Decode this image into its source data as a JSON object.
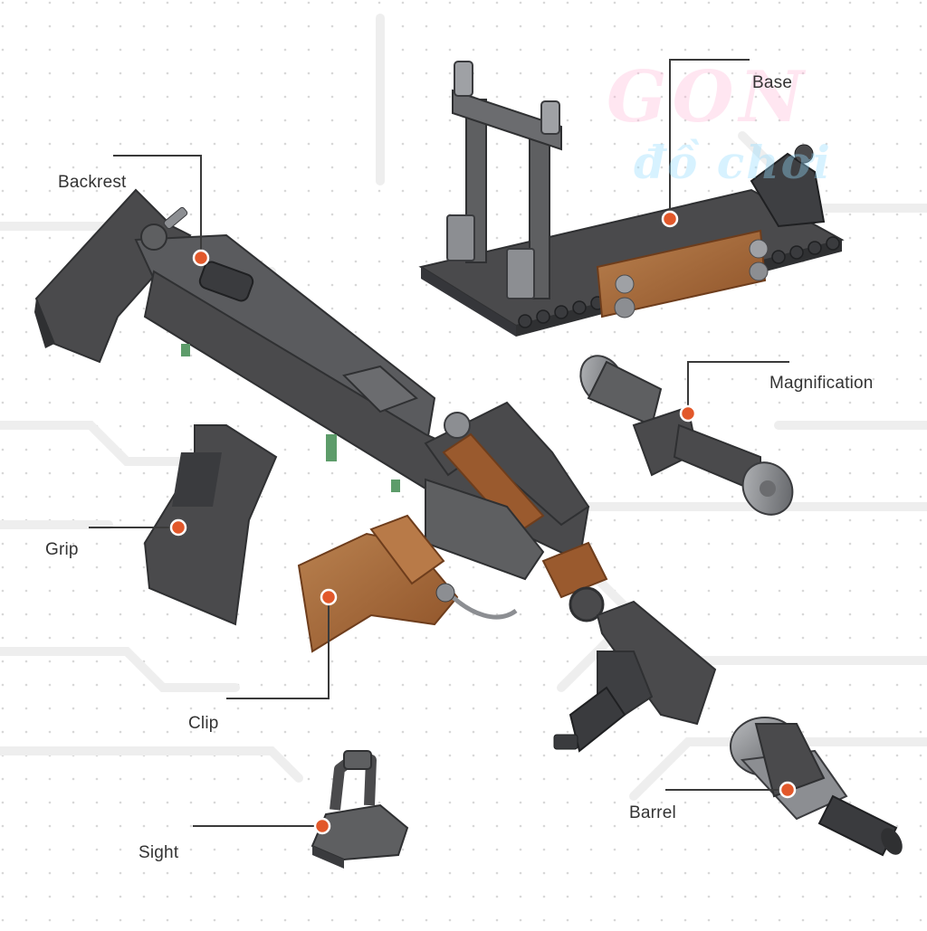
{
  "watermark": {
    "line1": "GON",
    "line2": "đồ chơi"
  },
  "colors": {
    "brick_dark": "#4a4a4c",
    "brick_mid": "#5e5f61",
    "brick_light": "#7a7b7e",
    "brick_edge": "#2f3032",
    "brick_brown": "#9a5a2e",
    "brick_brown_light": "#b87a48",
    "brick_green": "#5d9c6a",
    "callout_dot": "#e2582a",
    "callout_line": "#3a3a3a"
  },
  "callouts": [
    {
      "id": "backrest",
      "label": "Backrest"
    },
    {
      "id": "base",
      "label": "Base"
    },
    {
      "id": "magnification",
      "label": "Magnification"
    },
    {
      "id": "grip",
      "label": "Grip"
    },
    {
      "id": "clip",
      "label": "Clip"
    },
    {
      "id": "barrel",
      "label": "Barrel"
    },
    {
      "id": "sight",
      "label": "Sight"
    }
  ]
}
